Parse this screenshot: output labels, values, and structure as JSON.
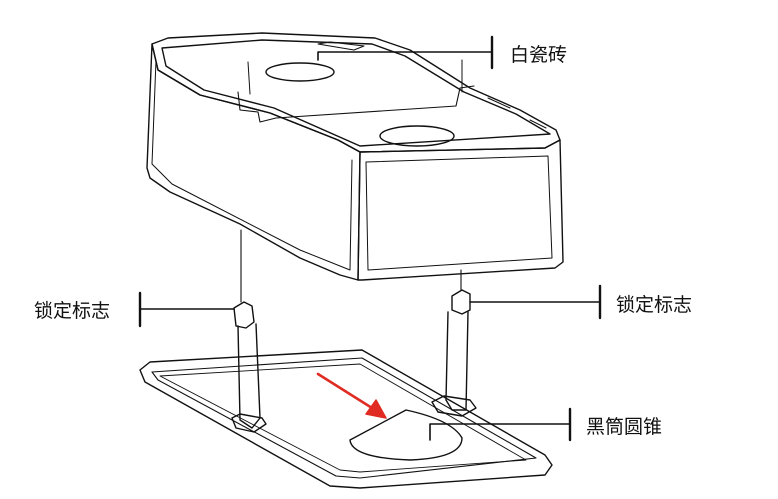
{
  "labels": {
    "white_tile": "白瓷砖",
    "lock_mark_left": "锁定标志",
    "lock_mark_right": "锁定标志",
    "black_cone": "黑筒圆锥"
  },
  "colors": {
    "line": "#111111",
    "arrow": "#e02b22",
    "background": "#ffffff"
  }
}
